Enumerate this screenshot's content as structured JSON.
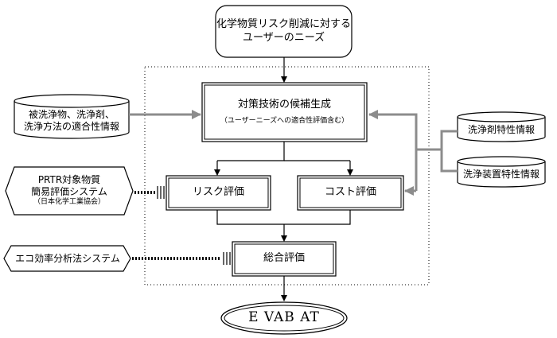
{
  "needs": {
    "line1": "化学物質リスク削減に対する",
    "line2": "ユーザーのニーズ"
  },
  "generation": {
    "title": "対策技術の候補生成",
    "subtitle": "（ユーザーニーズへの適合性評価含む）"
  },
  "risk_eval": "リスク評価",
  "cost_eval": "コスト評価",
  "total_eval": "総合評価",
  "result": "E VAB AT",
  "left_db": {
    "line1": "被洗浄物、洗浄剤、",
    "line2": "洗浄方法の適合性情報"
  },
  "prtr": {
    "line1": "PRTR対象物質",
    "line2": "簡易評価システム",
    "line3": "（日本化学工業協会）"
  },
  "eco": "エコ効率分析法システム",
  "detergent_db": "洗浄剤特性情報",
  "equipment_db": "洗浄装置特性情報"
}
